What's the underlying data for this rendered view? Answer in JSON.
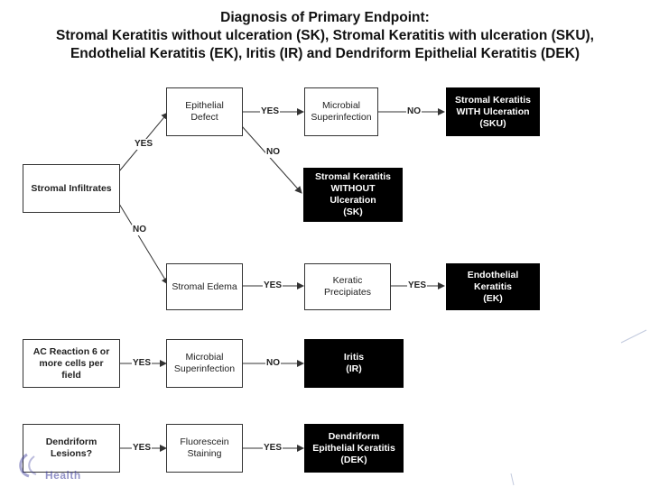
{
  "title": {
    "line1": "Diagnosis of Primary Endpoint:",
    "line2": "Stromal Keratitis without ulceration (SK), Stromal Keratitis with ulceration (SKU),",
    "line3": "Endothelial Keratitis (EK), Iritis (IR) and Dendriform Epithelial Keratitis (DEK)"
  },
  "nodes": {
    "stromal_infiltrates": "Stromal Infiltrates",
    "epithelial_defect": "Epithelial\nDefect",
    "microbial_superinfection_1": "Microbial\nSuperinfection",
    "sku": "Stromal Keratitis\nWITH Ulceration\n(SKU)",
    "sk": "Stromal Keratitis\nWITHOUT\nUlceration\n(SK)",
    "stromal_edema": "Stromal Edema",
    "keratic_precipitates": "Keratic\nPrecipiates",
    "ek": "Endothelial\nKeratitis\n(EK)",
    "ac_reaction": "AC Reaction 6 or\nmore cells per\nfield",
    "microbial_superinfection_2": "Microbial\nSuperinfection",
    "ir": "Iritis\n(IR)",
    "dendriform_lesions": "Dendriform\nLesions?",
    "fluorescein_staining": "Fluorescein\nStaining",
    "dek": "Dendriform\nEpithelial Keratitis\n(DEK)"
  },
  "labels": {
    "yes": "YES",
    "no": "NO"
  },
  "colors": {
    "outcome_fill": "#000000",
    "outcome_text": "#ffffff",
    "line": "#333333"
  },
  "logo": {
    "text": "Health"
  }
}
